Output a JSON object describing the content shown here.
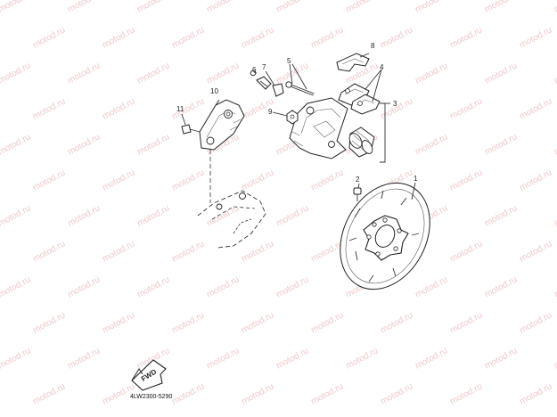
{
  "watermark": "motod.ru",
  "callouts": {
    "c1": "1",
    "c2": "2",
    "c3": "3",
    "c4": "4",
    "c5": "5",
    "c6": "6",
    "c7": "7",
    "c8": "8",
    "c9": "9",
    "c10": "10",
    "c11": "11"
  },
  "fwd_label": "FWD",
  "diagram_code": "4LW2300-5290"
}
